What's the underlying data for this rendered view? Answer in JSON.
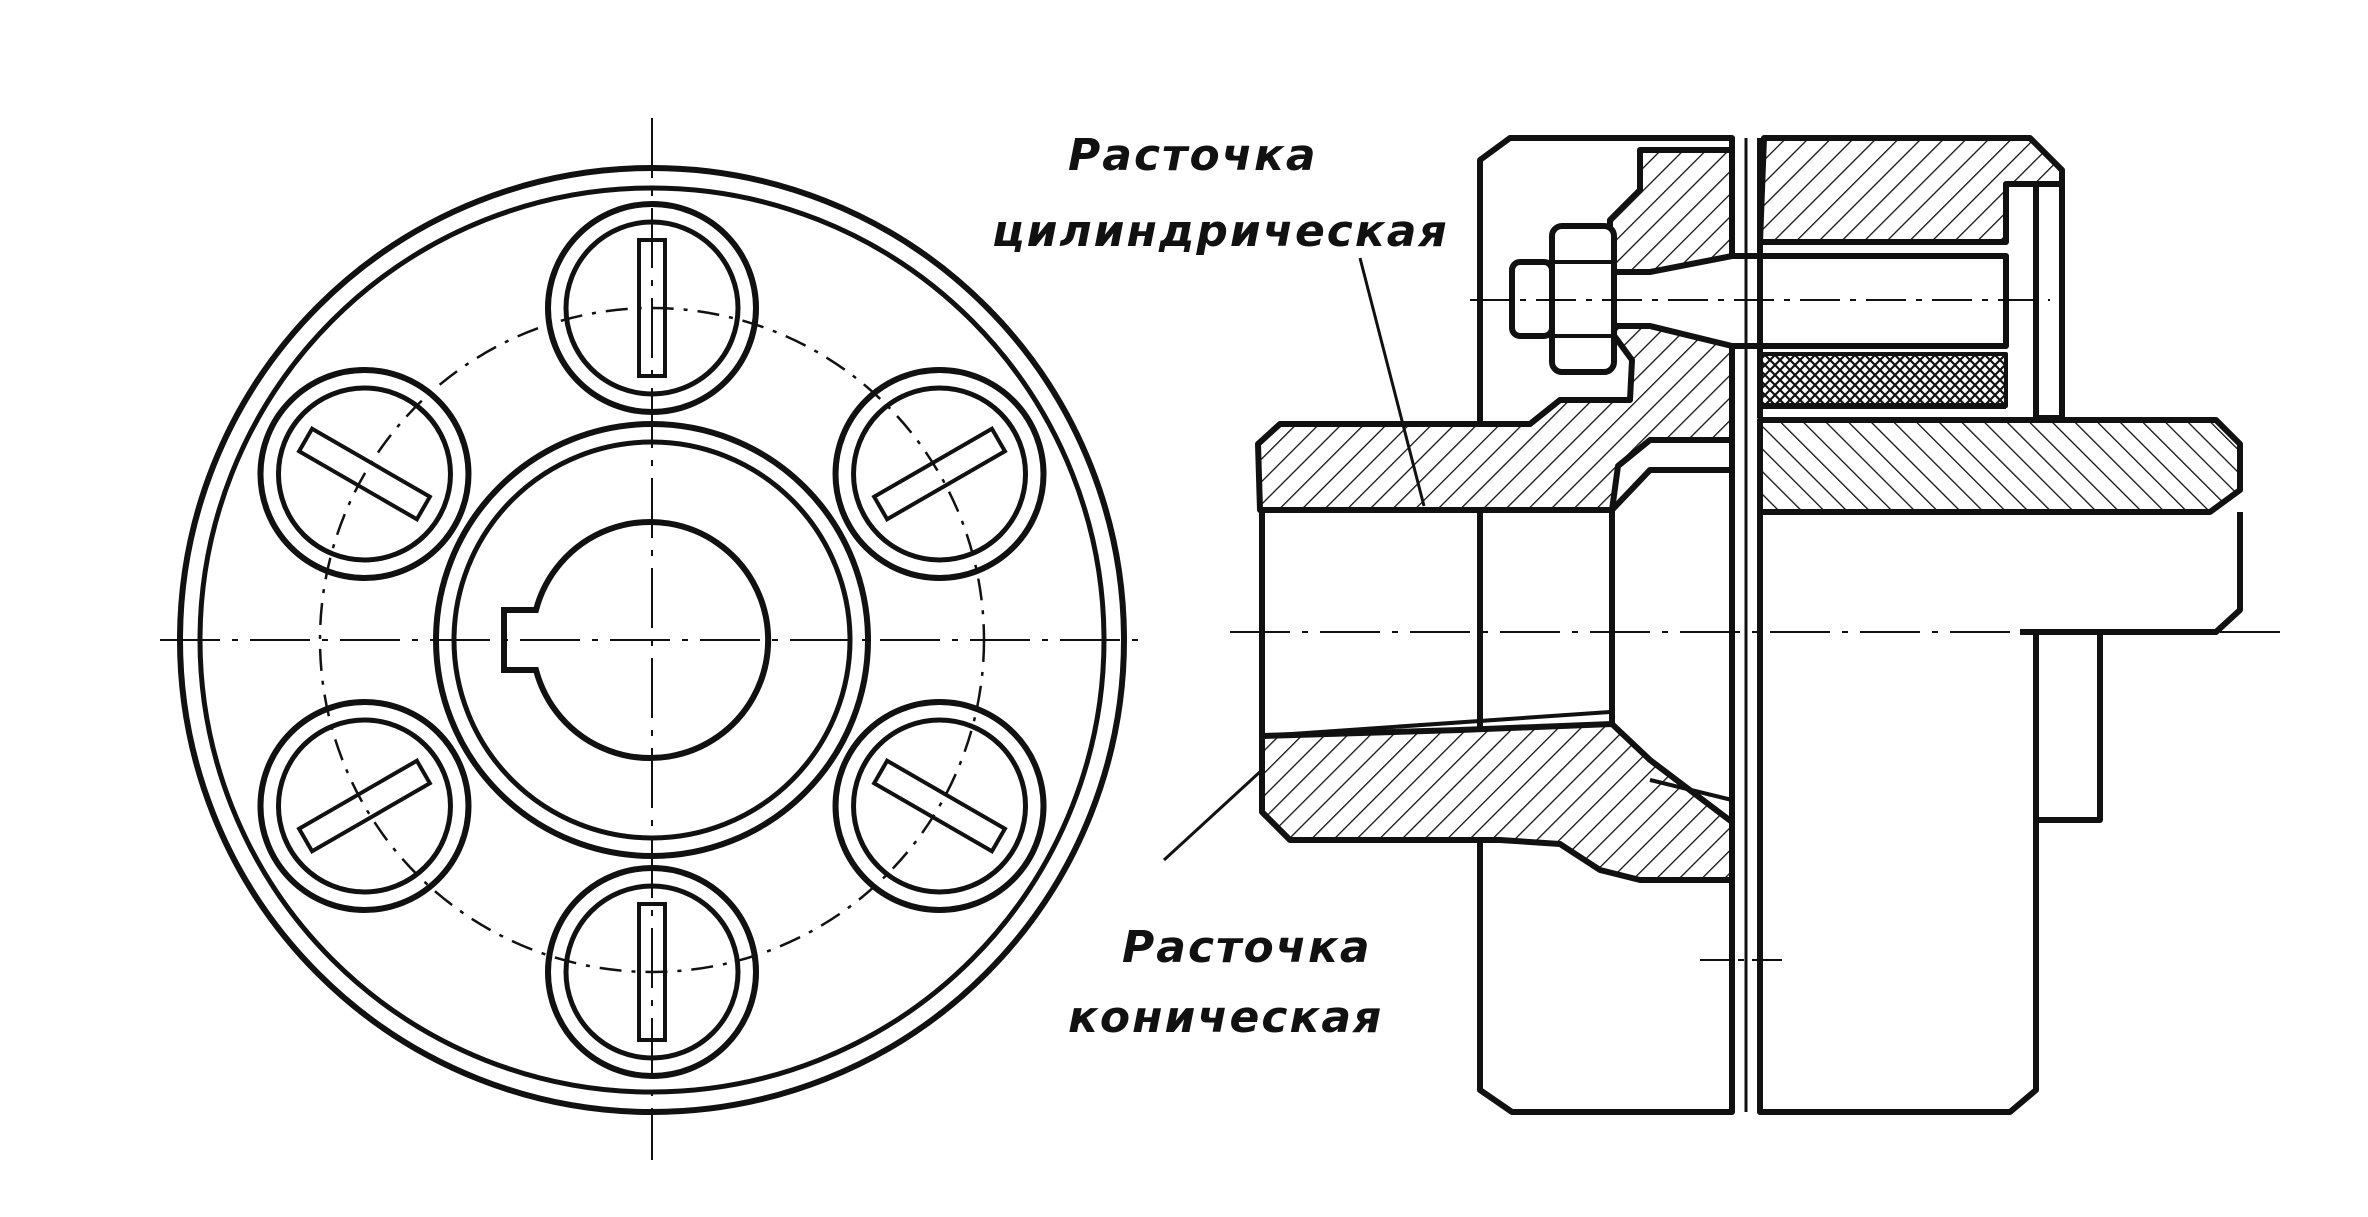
{
  "labels": {
    "cyl_line1": "Расточка",
    "cyl_line2": "цилиндрическая",
    "con_line1": "Расточка",
    "con_line2": "коническая"
  },
  "colors": {
    "ink": "#111111",
    "paper": "#ffffff"
  },
  "views": [
    "front-view",
    "section-view"
  ],
  "pin_count": 6
}
